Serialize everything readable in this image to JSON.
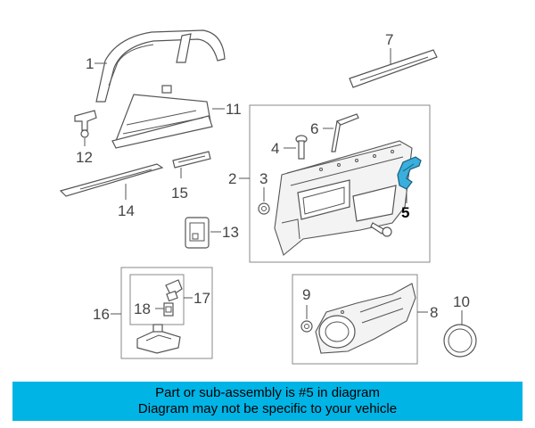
{
  "callouts": {
    "c1": "1",
    "c2": "2",
    "c3": "3",
    "c4": "4",
    "c5": "5",
    "c6": "6",
    "c7": "7",
    "c8": "8",
    "c9": "9",
    "c10": "10",
    "c11": "11",
    "c12": "12",
    "c13": "13",
    "c14": "14",
    "c15": "15",
    "c16": "16",
    "c17": "17",
    "c18": "18"
  },
  "highlight": {
    "part": "5",
    "color": "#3aaedc"
  },
  "banner": {
    "line1": "Part or sub-assembly is #5 in diagram",
    "line2": "Diagram may not be specific to your vehicle",
    "color": "#00b4e6"
  }
}
